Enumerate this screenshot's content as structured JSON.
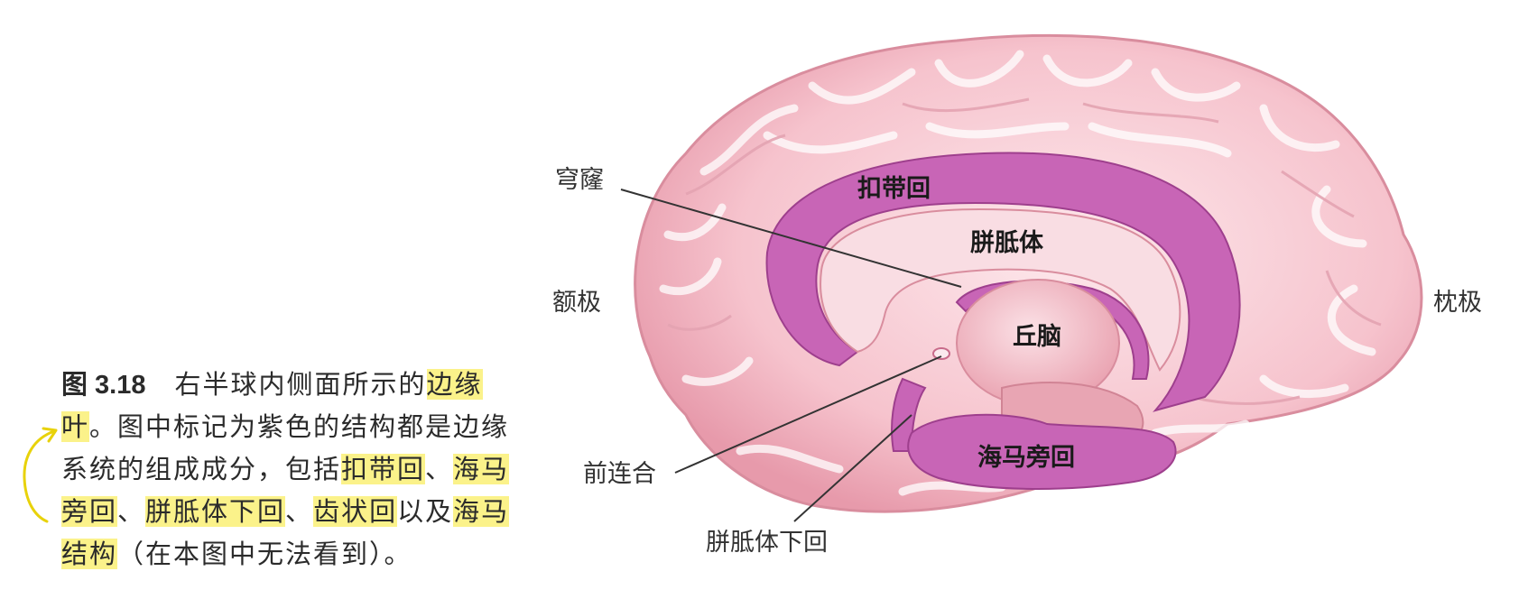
{
  "caption": {
    "figure_no": "图 3.18",
    "lines": [
      [
        {
          "t": "右半球内侧面所示的",
          "hl": false
        },
        {
          "t": "边缘",
          "hl": true
        }
      ],
      [
        {
          "t": "叶",
          "hl": true
        },
        {
          "t": "。图中标记为紫色的结构都是边缘",
          "hl": false
        }
      ],
      [
        {
          "t": "系统的组成成分，包括",
          "hl": false
        },
        {
          "t": "扣带回",
          "hl": true
        },
        {
          "t": "、",
          "hl": false
        },
        {
          "t": "海马",
          "hl": true
        }
      ],
      [
        {
          "t": "旁回",
          "hl": true
        },
        {
          "t": "、",
          "hl": false
        },
        {
          "t": "胼胝体下回",
          "hl": true
        },
        {
          "t": "、",
          "hl": false
        },
        {
          "t": "齿状回",
          "hl": true
        },
        {
          "t": "以及",
          "hl": false
        },
        {
          "t": "海马",
          "hl": true
        }
      ],
      [
        {
          "t": "结构",
          "hl": true
        },
        {
          "t": "（在本图中无法看到）。",
          "hl": false
        }
      ]
    ]
  },
  "diagram": {
    "labels": {
      "fornix": "穹窿",
      "frontal_pole": "额极",
      "occipital_pole": "枕极",
      "anterior_commissure": "前连合",
      "subcallosal_gyrus": "胼胝体下回"
    },
    "inner_labels": {
      "cingulate_gyrus": "扣带回",
      "corpus_callosum": "胼胝体",
      "thalamus": "丘脑",
      "parahippocampal_gyrus": "海马旁回"
    }
  },
  "colors": {
    "highlight": "#fbf28a",
    "brain_pink": "#f6c6cf",
    "limbic_purple": "#c865b6",
    "annotation_yellow": "#e8d20a"
  }
}
